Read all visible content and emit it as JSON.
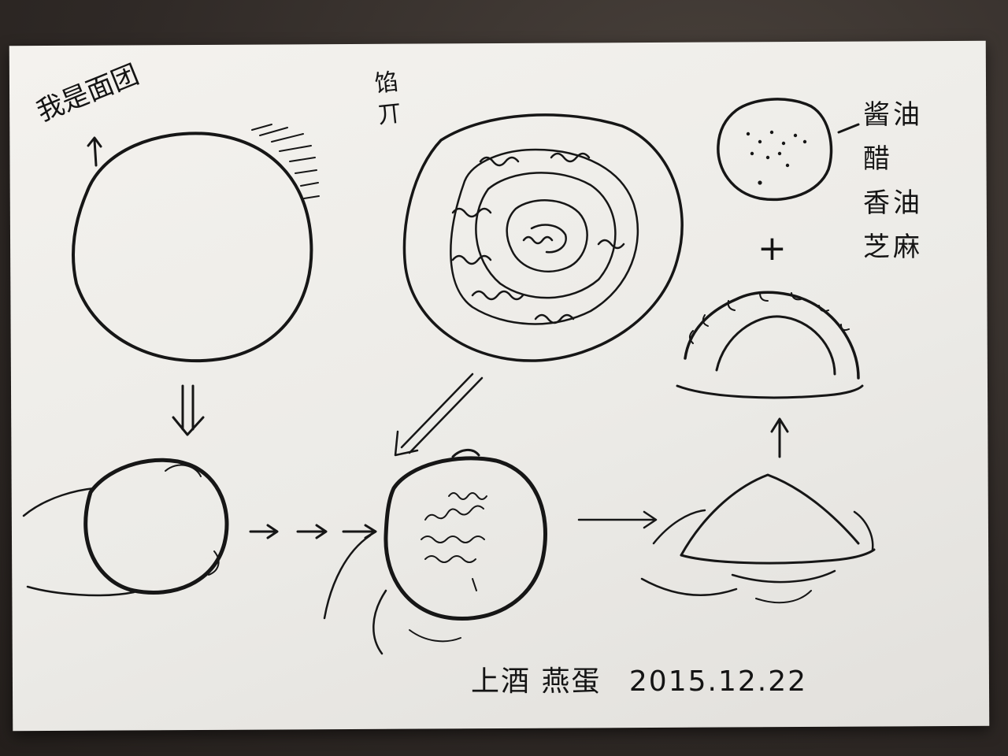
{
  "labels": {
    "dough": "我是面团",
    "filling": "馅\n丌"
  },
  "sauce_list": [
    "酱油",
    "醋",
    "香油",
    "芝麻"
  ],
  "plus_sign": "+",
  "signature": {
    "author": "上酒 燕蛋",
    "date": "2015.12.22"
  }
}
